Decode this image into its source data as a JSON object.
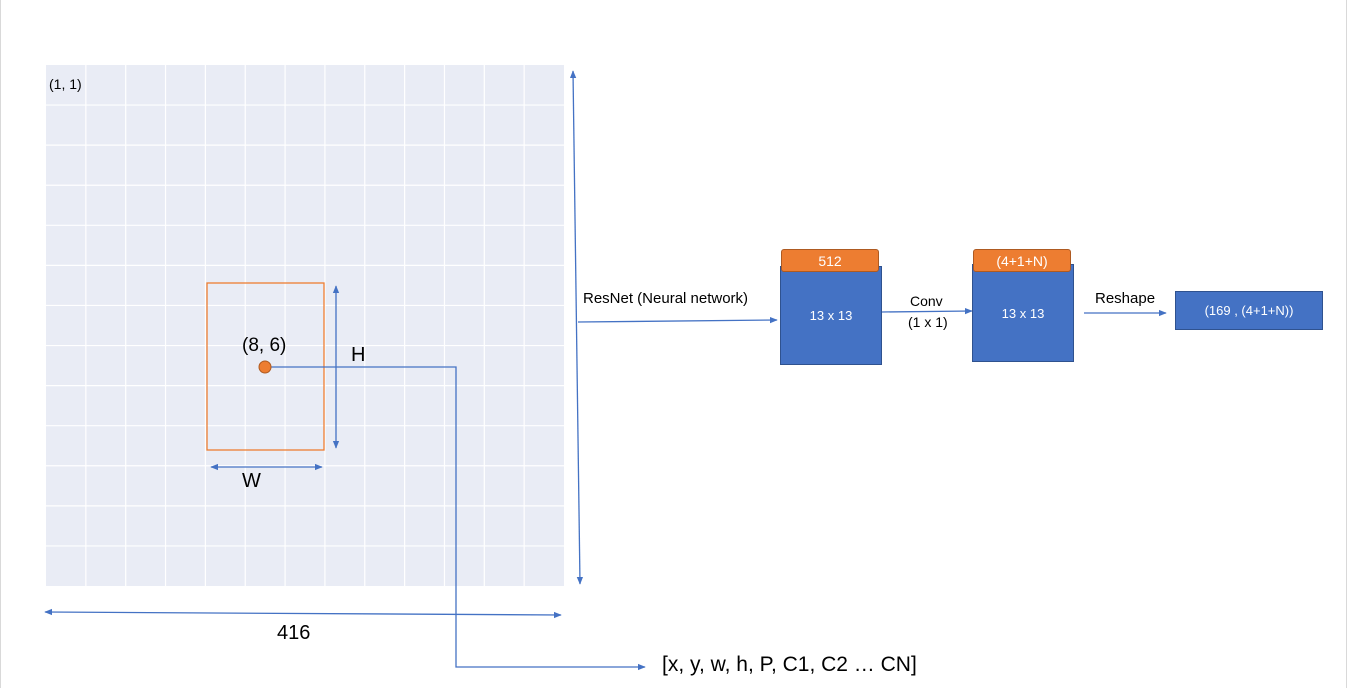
{
  "grid": {
    "origin_label": "(1, 1)",
    "cells_per_side": 13,
    "background": "#e9ecf5",
    "line_color": "#ffffff"
  },
  "object": {
    "center_label": "(8, 6)",
    "height_label": "H",
    "width_label": "W",
    "box_color": "#ed7d31"
  },
  "image_size_label": "416",
  "output_vector": "[x, y, w, h, P, C1, C2 … CN]",
  "pipeline": {
    "resnet_label": "ResNet (Neural network)",
    "block1": {
      "channels": "512",
      "spatial": "13 x 13"
    },
    "conv_label": "Conv",
    "conv_kernel": "(1 x 1)",
    "block2": {
      "channels": "(4+1+N)",
      "spatial": "13 x 13"
    },
    "reshape_label": "Reshape",
    "output_shape": "(169 , (4+1+N))"
  },
  "colors": {
    "arrow": "#4472c4",
    "block_fill": "#4472c4",
    "tab_fill": "#ed7d31"
  }
}
